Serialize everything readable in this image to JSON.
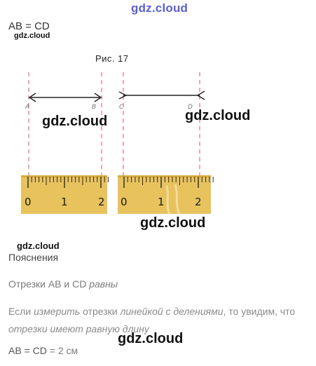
{
  "watermark": "gdz.cloud",
  "top_equation": "AB = CD",
  "figure": {
    "caption": "Рис. 17",
    "left_ruler_digits": [
      "0",
      "1",
      "2"
    ],
    "right_ruler_digits": [
      "0",
      "1",
      "2"
    ],
    "endpoint_labels": [
      "A",
      "B",
      "C",
      "D"
    ],
    "colors": {
      "ruler": "#e8c25c",
      "dashed_line": "#e07a8a",
      "segment": "#222222"
    }
  },
  "section_title": "Пояснения",
  "paragraph1": {
    "text": "Отрезки AB и CD ",
    "italic": "равны"
  },
  "paragraph2": {
    "part1": "Если ",
    "italic1": "измерить",
    "part2": " отрезки ",
    "italic2": "линейкой с делениями",
    "part3": ", то увидим, что ",
    "italic3": "отрезки имеют равную длину"
  },
  "result": {
    "equation": "AB = CD",
    "value": " = 2 см"
  }
}
